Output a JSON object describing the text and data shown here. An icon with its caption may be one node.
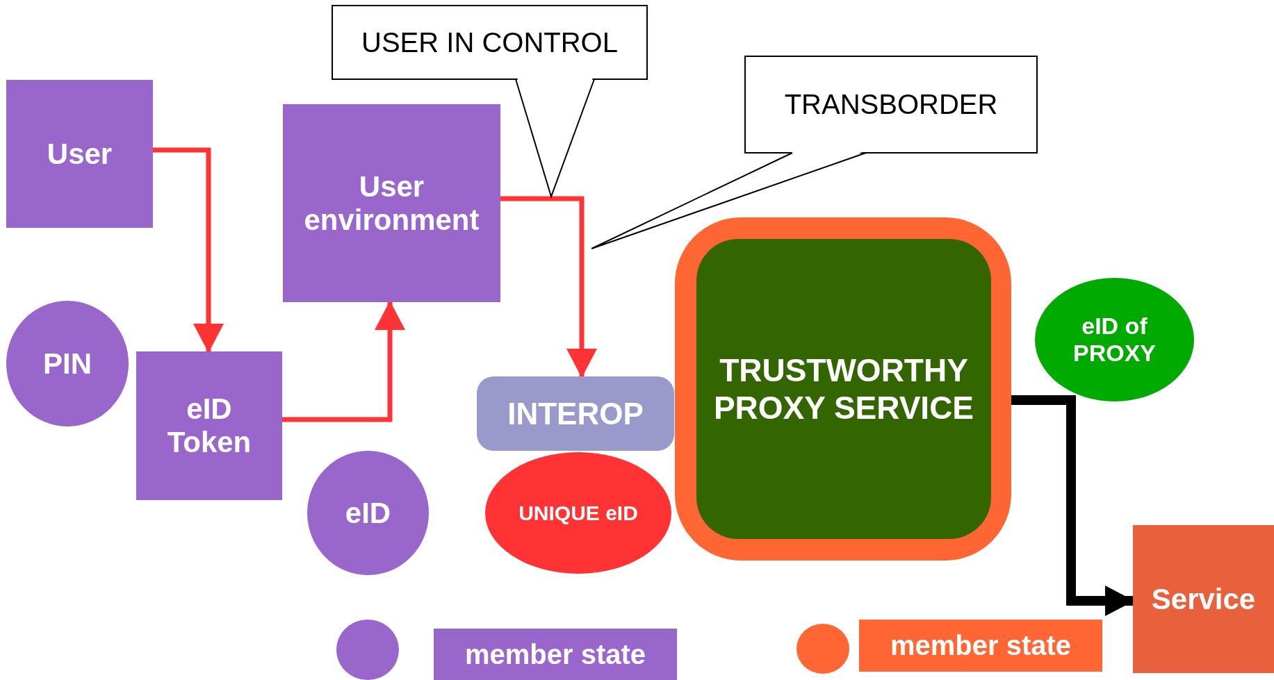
{
  "diagram": {
    "nodes": [
      {
        "text": [
          "User"
        ]
      },
      {
        "text": [
          "User environment"
        ]
      },
      {
        "text": [
          "USER IN CONTROL"
        ]
      },
      {
        "text": [
          "TRANSBORDER"
        ]
      },
      {
        "text": [
          "PIN"
        ]
      },
      {
        "text": [
          "eID Token"
        ]
      },
      {
        "text": [
          "INTEROP"
        ]
      },
      {
        "text": [
          "UNIQUE eID"
        ]
      },
      {
        "text": [
          "eID"
        ]
      },
      {
        "text": [
          "TRUSTWORTHY PROXY SERVICE"
        ]
      },
      {
        "text": [
          "eID of PROXY"
        ]
      },
      {
        "text": [
          "Service"
        ]
      }
    ],
    "edges": [
      {
        "from": 0,
        "to": 5,
        "arrow": "to"
      },
      {
        "from": 5,
        "to": 1,
        "arrow": "to"
      },
      {
        "from": 1,
        "to": 6,
        "arrow": "to"
      },
      {
        "from": 9,
        "to": 11,
        "arrow": "to",
        "style": "thick",
        "color": "#000000"
      }
    ],
    "legend": [
      {
        "text": "member state",
        "color": "#9966cc"
      },
      {
        "text": "member state",
        "color": "#ff6633"
      }
    ]
  }
}
